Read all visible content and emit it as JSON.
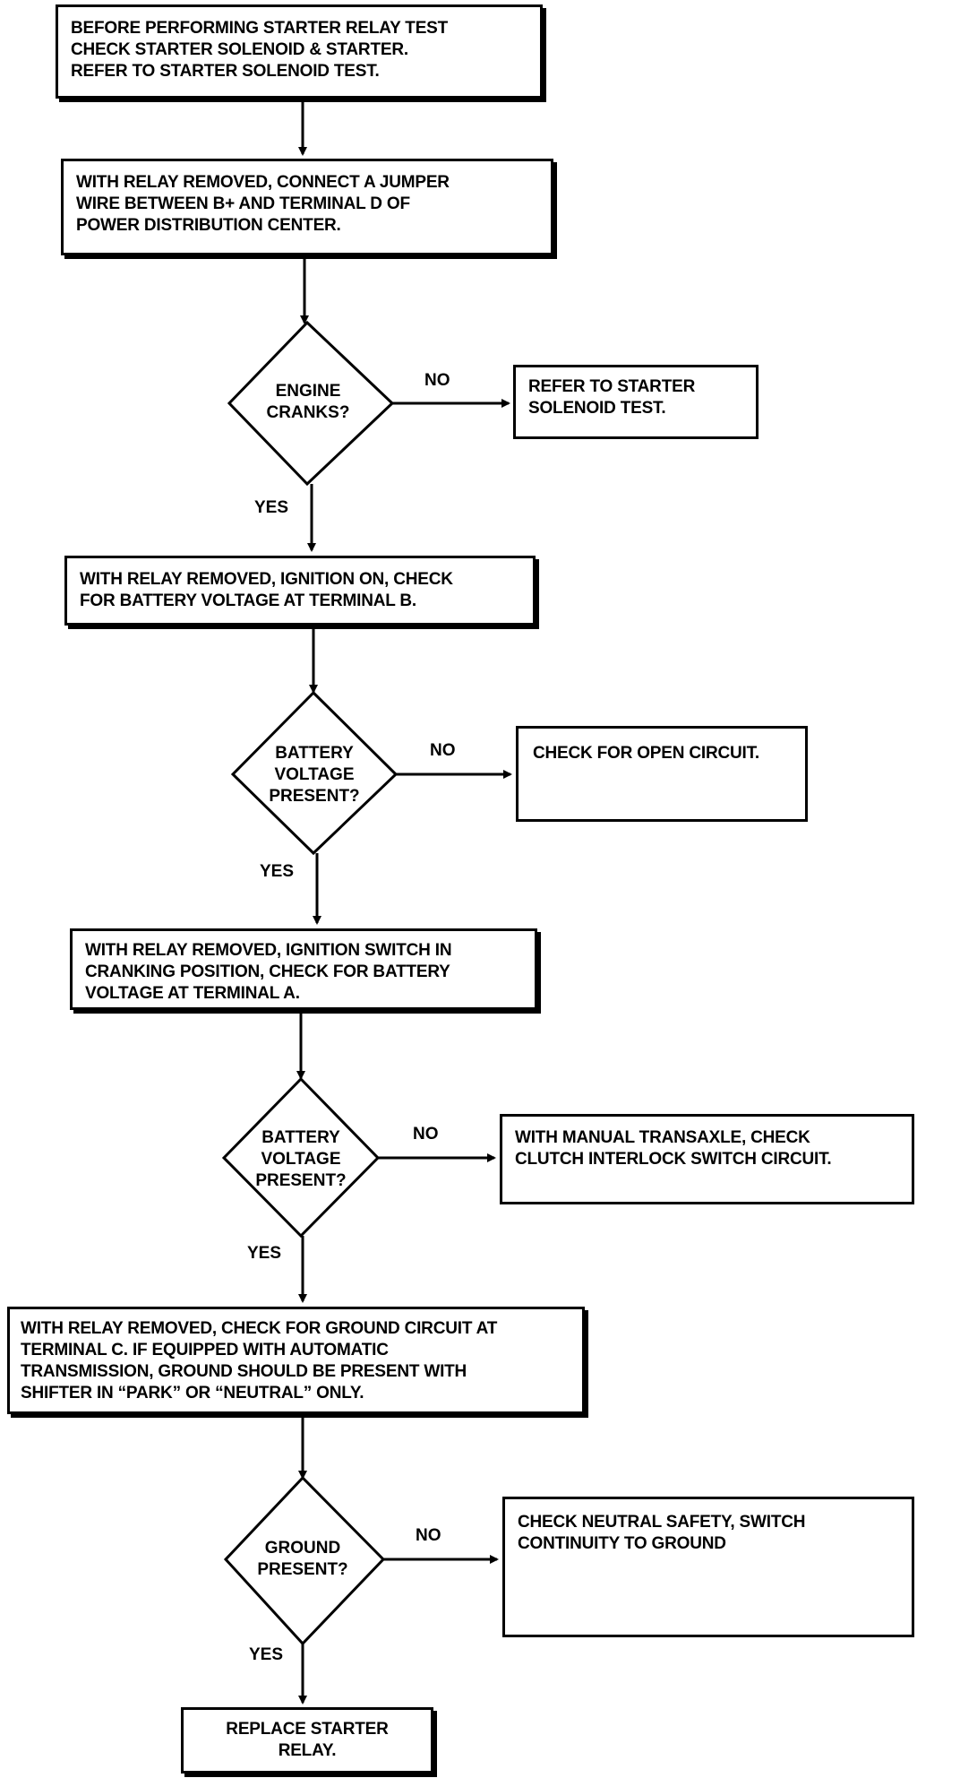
{
  "boxes": {
    "b1": "BEFORE PERFORMING STARTER RELAY TEST\nCHECK STARTER SOLENOID & STARTER.\nREFER TO STARTER SOLENOID TEST.",
    "b2": "WITH RELAY REMOVED, CONNECT A JUMPER\nWIRE BETWEEN B+ AND TERMINAL D OF\nPOWER DISTRIBUTION CENTER.",
    "b3": "REFER TO STARTER\nSOLENOID TEST.",
    "b4": "WITH RELAY REMOVED, IGNITION ON, CHECK\nFOR BATTERY VOLTAGE AT TERMINAL B.",
    "b5": "CHECK FOR OPEN CIRCUIT.",
    "b6": "WITH RELAY REMOVED, IGNITION SWITCH IN\nCRANKING POSITION, CHECK FOR BATTERY\nVOLTAGE AT TERMINAL A.",
    "b7": "WITH MANUAL TRANSAXLE, CHECK\nCLUTCH INTERLOCK SWITCH CIRCUIT.",
    "b8": "WITH RELAY REMOVED, CHECK FOR GROUND CIRCUIT AT\nTERMINAL C. IF EQUIPPED WITH AUTOMATIC\nTRANSMISSION, GROUND SHOULD BE PRESENT WITH\nSHIFTER IN “PARK” OR “NEUTRAL” ONLY.",
    "b9": "CHECK NEUTRAL SAFETY, SWITCH\nCONTINUITY TO GROUND",
    "b10": "REPLACE STARTER\nRELAY."
  },
  "decisions": {
    "d1": "ENGINE\nCRANKS?",
    "d2": "BATTERY\nVOLTAGE\nPRESENT?",
    "d3": "BATTERY\nVOLTAGE\nPRESENT?",
    "d4": "GROUND\nPRESENT?"
  },
  "labels": {
    "yes": "YES",
    "no": "NO"
  },
  "colors": {
    "ink": "#000000",
    "paper": "#ffffff"
  }
}
